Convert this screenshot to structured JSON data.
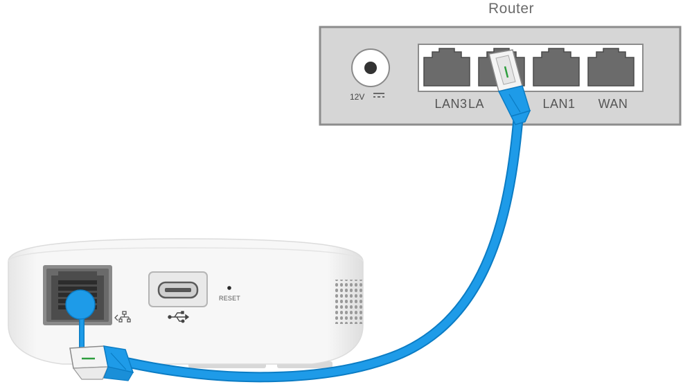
{
  "router": {
    "title": "Router",
    "power_label": "12V",
    "ports": [
      {
        "label": "LAN3"
      },
      {
        "label": "LA"
      },
      {
        "label": "LAN1"
      },
      {
        "label": "WAN"
      }
    ]
  },
  "hub": {
    "reset_label": "RESET",
    "ethernet_icon": "network-icon",
    "usb_icon": "usb-icon"
  },
  "colors": {
    "cable": "#1e9be8",
    "cable_dark": "#0b7cc4",
    "router_body": "#d6d6d6",
    "router_border": "#8c8c8c",
    "port_fill": "#6b6b6b",
    "hub_body": "#f2f2f2",
    "led_green": "#2e9e3e"
  }
}
